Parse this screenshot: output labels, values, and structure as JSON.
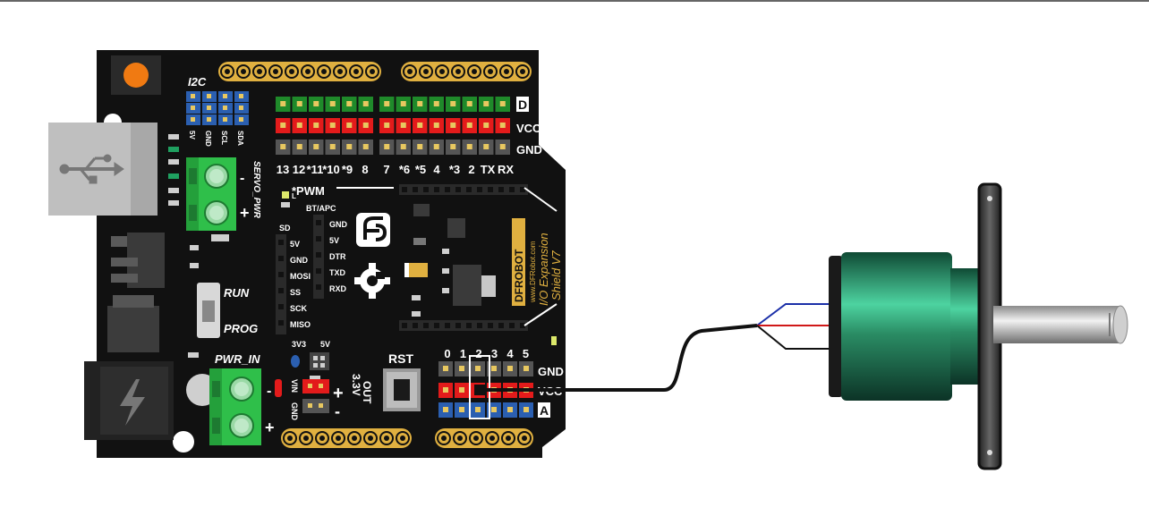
{
  "colors": {
    "board": "#111111",
    "pin_green": "#1f8a2a",
    "pin_red": "#e31b1b",
    "pin_gray": "#555555",
    "pin_blue": "#2b5fb0",
    "terminal_green": "#2fbf4a",
    "reset_orange": "#f07a12",
    "motor_green": "#2a8c64",
    "wire_black": "#111111",
    "wire_red": "#d01818",
    "wire_blue": "#1b2fa8"
  },
  "icons": {
    "usb": "usb-icon",
    "lightning": "lightning-icon",
    "gear_logo": "gear-logo-icon",
    "df_logo": "df-logo-icon"
  },
  "labels": {
    "i2c": "I2C",
    "i2c_pins": [
      "5V",
      "GND",
      "SCL",
      "SDA"
    ],
    "servo_pwr": "SERVO_PWR",
    "minus": "-",
    "plus": "+",
    "run": "RUN",
    "prog": "PROG",
    "pwr_in": "PWR_IN",
    "pwm": "*PWM",
    "led_l": "L",
    "bt_apc": "BT/APC",
    "bt_pins": [
      "GND",
      "5V",
      "DTR",
      "TXD",
      "RXD"
    ],
    "sd": "SD",
    "sd_pins": [
      "5V",
      "GND",
      "MOSI",
      "SS",
      "SCK",
      "MISO"
    ],
    "digital_numbers": [
      "13",
      "12",
      "*11",
      "*10",
      "*9",
      "8",
      "7",
      "*6",
      "*5",
      "4",
      "*3",
      "2",
      "TX",
      "RX"
    ],
    "row_d": "D",
    "row_vcc": "VCC",
    "row_gnd": "GND",
    "v33": "3V3",
    "v5": "5V",
    "rst": "RST",
    "out33v": "3.3V",
    "out": "OUT",
    "vin": "VIN",
    "gnd": "GND",
    "analog_numbers": [
      "0",
      "1",
      "2",
      "3",
      "4",
      "5"
    ],
    "analog_gnd": "GND",
    "analog_vcc": "VCC",
    "row_a": "A",
    "brand": "DFROBOT",
    "url": "www.DFRobot.com",
    "product": "I/O Expansion",
    "version": "Shield V7"
  }
}
